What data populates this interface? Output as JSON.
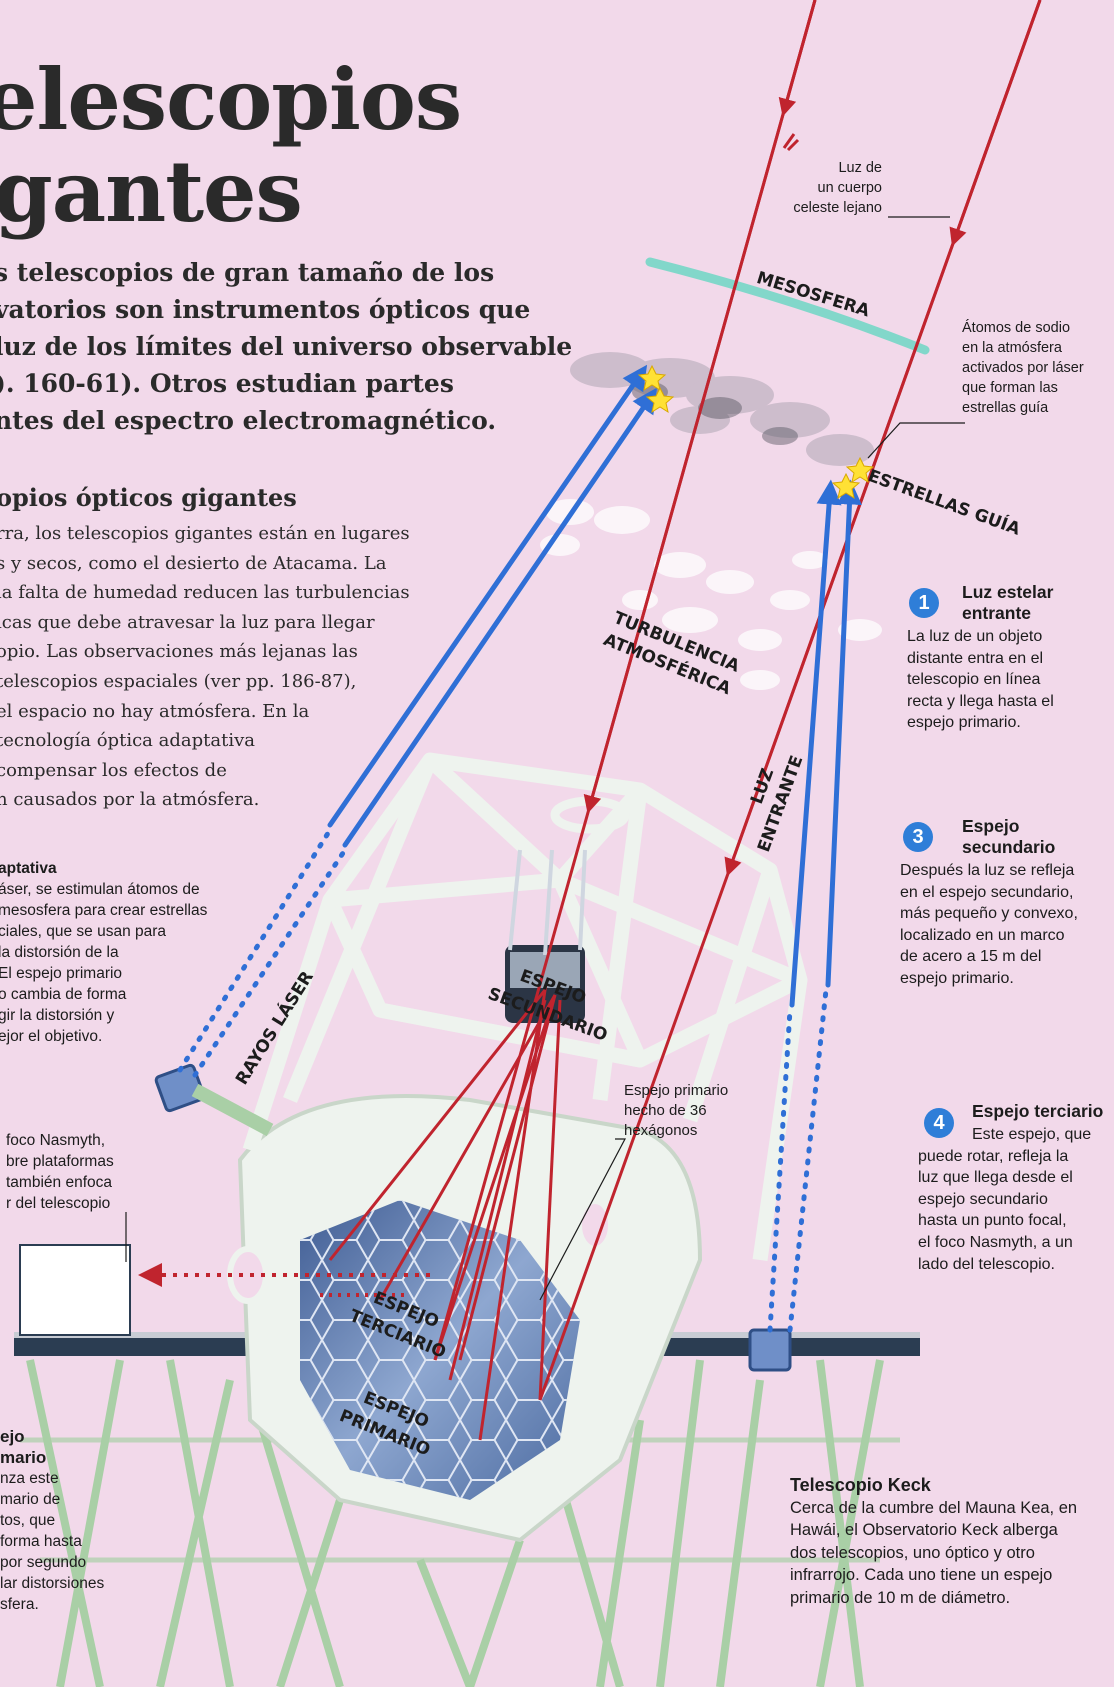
{
  "title": {
    "line1": "elescopios",
    "line2": "gantes"
  },
  "intro": [
    "s telescopios de gran tamaño de los",
    "vatorios son instrumentos ópticos que",
    "luz de los límites del universo observable",
    "). 160-61). Otros estudian partes",
    "ntes del espectro electromagnético."
  ],
  "section_heading": "opios ópticos gigantes",
  "section_body": [
    "rra, los telescopios gigantes están en lugares",
    "s y secos, como el desierto de Atacama. La",
    "la falta de humedad reducen las turbulencias",
    "icas que debe atravesar la luz para llegar",
    "opio. Las observaciones más lejanas las",
    " telescopios espaciales (ver pp. 186-87),",
    "el espacio no hay atmósfera. En la",
    " tecnología óptica adaptativa",
    "compensar los efectos de",
    "n causados por la atmósfera."
  ],
  "adaptive": {
    "heading": "aptativa",
    "lines": [
      "áser, se estimulan átomos de",
      "mesosfera para crear estrellas",
      "ciales, que se usan para",
      " la distorsión de la",
      " El espejo primario",
      "o cambia de forma",
      "gir la distorsión y",
      "ejor el objetivo."
    ]
  },
  "nasmyth_note": [
    "foco Nasmyth,",
    "bre plataformas",
    "también enfoca",
    "r del telescopio"
  ],
  "primary_note": {
    "heading": [
      "ejo",
      "mario"
    ],
    "lines": [
      "nza este",
      "mario de",
      "tos, que",
      "forma hasta",
      " por segundo",
      "lar distorsiones",
      "sfera."
    ]
  },
  "labels": {
    "mesosfera": "MESOSFERA",
    "estrellas_guia": "ESTRELLAS GUÍA",
    "turbulencia_1": "TURBULENCIA",
    "turbulencia_2": "ATMOSFÉRICA",
    "luz_1": "LUZ",
    "luz_2": "ENTRANTE",
    "rayos_laser": "RAYOS LÁSER",
    "secundario_1": "ESPEJO",
    "secundario_2": "SECUNDARIO",
    "terciario_1": "ESPEJO",
    "terciario_2": "TERCIARIO",
    "primario_1": "ESPEJO",
    "primario_2": "PRIMARIO"
  },
  "annotations": {
    "luz_cuerpo": [
      "Luz de",
      "un cuerpo",
      "celeste lejano"
    ],
    "atomos_sodio": [
      "Átomos de sodio",
      "en la atmósfera",
      "activados por láser",
      "que forman las",
      "estrellas guía"
    ],
    "espejo_36": [
      "Espejo primario",
      "hecho de 36",
      "hexágonos"
    ]
  },
  "steps": [
    {
      "number": "1",
      "title": [
        "Luz estelar",
        "entrante"
      ],
      "body": [
        "La luz de un objeto",
        "distante entra en el",
        "telescopio en línea",
        "recta y llega hasta el",
        "espejo primario."
      ]
    },
    {
      "number": "3",
      "title": [
        "Espejo",
        "secundario"
      ],
      "body": [
        "Después la luz se refleja",
        "en el espejo secundario,",
        "más pequeño y convexo,",
        "localizado en un marco",
        "de acero a 15 m del",
        "espejo primario."
      ]
    },
    {
      "number": "4",
      "title": [
        "Espejo terciario"
      ],
      "body": [
        "Este espejo, que",
        "puede rotar, refleja la",
        "luz que llega desde el",
        "espejo secundario",
        "hasta un punto focal,",
        "el foco Nasmyth, a un",
        "lado del telescopio."
      ]
    }
  ],
  "keck": {
    "title": "Telescopio Keck",
    "lines": [
      "Cerca de la cumbre del Mauna Kea, en",
      "Hawái, el Observatorio Keck alberga",
      "dos telescopios, uno óptico y otro",
      "infrarrojo. Cada uno tiene un espejo",
      "primario de 10 m de diámetro."
    ]
  },
  "colors": {
    "background": "#f2d9ea",
    "light_ray": "#c0242e",
    "laser": "#2f6fd6",
    "frame": "#eef3ee",
    "truss": "#a9cfa6",
    "mirror": "#5f7fae",
    "mesosphere": "#6fd6c4"
  }
}
